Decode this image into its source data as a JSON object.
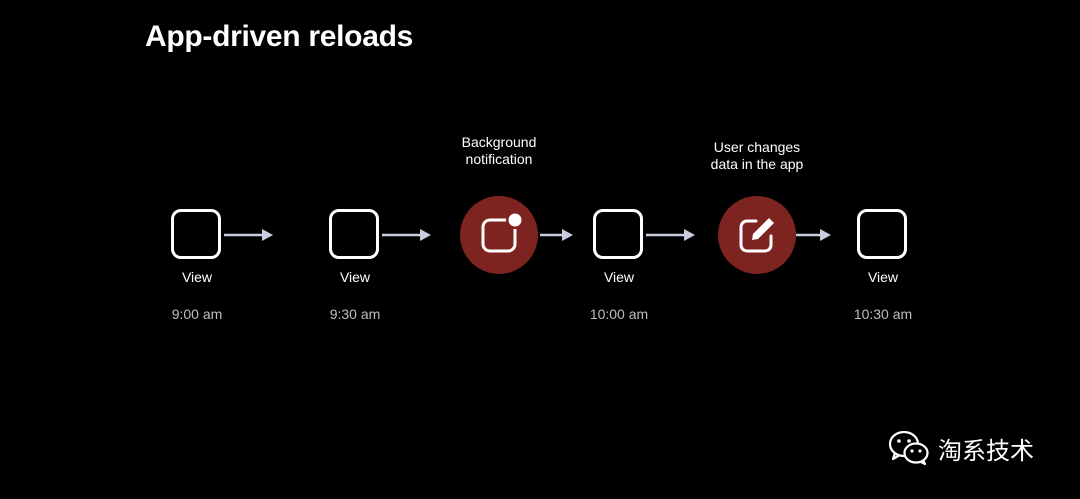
{
  "slide": {
    "title": "App-driven reloads"
  },
  "colors": {
    "background": "#000000",
    "event_circle": "#7d2320",
    "arrow": "#c8cde0",
    "time_text": "#bdbdbd"
  },
  "timeline": {
    "views": [
      {
        "label": "View",
        "time": "9:00 am"
      },
      {
        "label": "View",
        "time": "9:30 am"
      },
      {
        "label": "View",
        "time": "10:00 am"
      },
      {
        "label": "View",
        "time": "10:30 am"
      }
    ],
    "events": [
      {
        "label_line1": "Background",
        "label_line2": "notification",
        "icon": "notification-badge-icon"
      },
      {
        "label_line1": "User changes",
        "label_line2": "data in the app",
        "icon": "compose-edit-icon"
      }
    ]
  },
  "watermark": {
    "text": "淘系技术",
    "icon": "wechat-logo-icon"
  }
}
